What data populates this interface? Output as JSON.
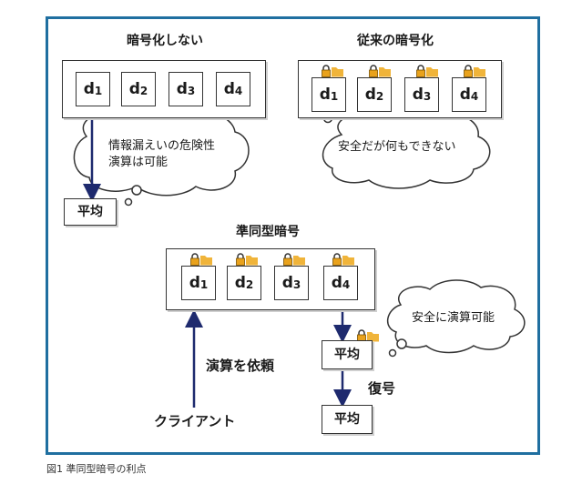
{
  "sections": {
    "no_encryption": {
      "title": "暗号化しない",
      "items": [
        "d",
        "d",
        "d",
        "d"
      ],
      "subs": [
        "1",
        "2",
        "3",
        "4"
      ],
      "cloud": [
        "情報漏えいの危険性",
        "演算は可能"
      ],
      "result": "平均"
    },
    "conventional": {
      "title": "従来の暗号化",
      "items": [
        "d",
        "d",
        "d",
        "d"
      ],
      "subs": [
        "1",
        "2",
        "3",
        "4"
      ],
      "cloud": [
        "安全だが何もできない"
      ]
    },
    "homomorphic": {
      "title": "準同型暗号",
      "items": [
        "d",
        "d",
        "d",
        "d"
      ],
      "subs": [
        "1",
        "2",
        "3",
        "4"
      ],
      "cloud": [
        "安全に演算可能"
      ],
      "encrypted_result": "平均",
      "decrypt_label": "復号",
      "decrypted_result": "平均",
      "request_label": "演算を依頼",
      "client_label": "クライアント"
    }
  },
  "caption": "図1 準同型暗号の利点",
  "colors": {
    "frame": "#1f6fa0",
    "arrow": "#1e2a6e",
    "lock_body": "#e9a21c",
    "folder": "#f0b43a"
  },
  "icons": [
    "lock-folder-icon",
    "thought-cloud",
    "arrow"
  ]
}
